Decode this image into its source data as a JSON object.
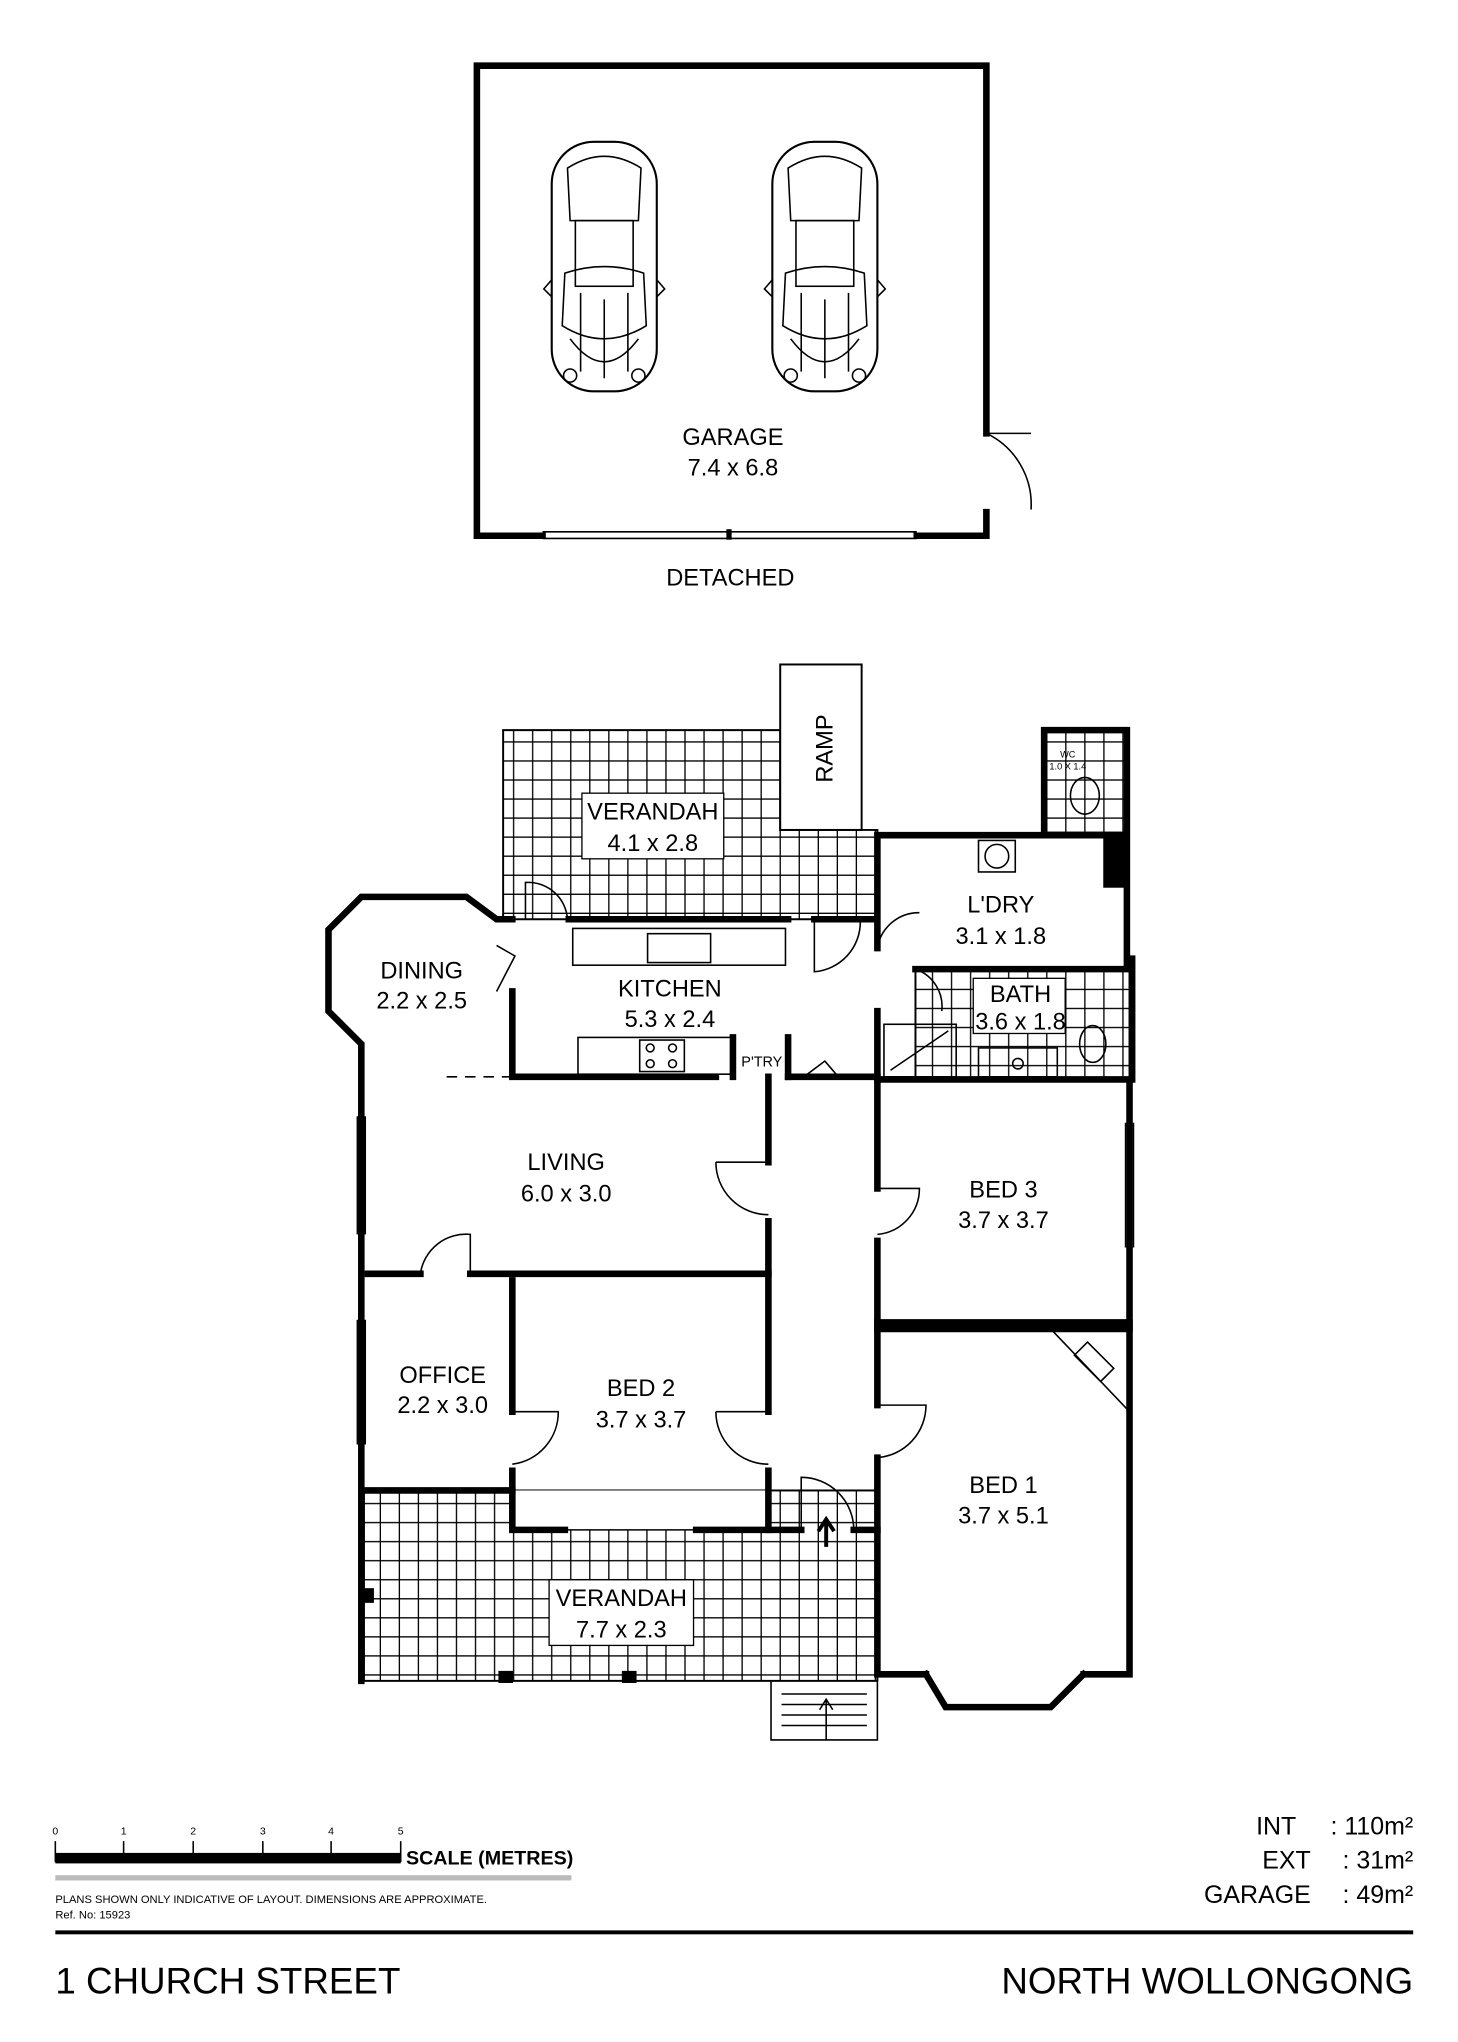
{
  "garage": {
    "name": "GARAGE",
    "size": "7.4 x 6.8",
    "note": "DETACHED"
  },
  "rooms": {
    "verandah_rear": {
      "name": "VERANDAH",
      "size": "4.1 x 2.8"
    },
    "ramp": {
      "name": "RAMP"
    },
    "wc": {
      "name": "WC",
      "size": "1.0 X 1.4"
    },
    "laundry": {
      "name": "L'DRY",
      "size": "3.1 x 1.8"
    },
    "dining": {
      "name": "DINING",
      "size": "2.2 x 2.5"
    },
    "kitchen": {
      "name": "KITCHEN",
      "size": "5.3 x 2.4"
    },
    "pantry": {
      "name": "P'TRY"
    },
    "bath": {
      "name": "BATH",
      "size": "3.6 x 1.8"
    },
    "living": {
      "name": "LIVING",
      "size": "6.0 x 3.0"
    },
    "bed3": {
      "name": "BED 3",
      "size": "3.7 x 3.7"
    },
    "office": {
      "name": "OFFICE",
      "size": "2.2 x 3.0"
    },
    "bed2": {
      "name": "BED 2",
      "size": "3.7 x 3.7"
    },
    "bed1": {
      "name": "BED 1",
      "size": "3.7 x 5.1"
    },
    "verandah_front": {
      "name": "VERANDAH",
      "size": "7.7 x 2.3"
    }
  },
  "scale": {
    "ticks": [
      "0",
      "1",
      "2",
      "3",
      "4",
      "5"
    ],
    "label": "SCALE (METRES)"
  },
  "disclaimer": "PLANS SHOWN ONLY INDICATIVE OF LAYOUT.  DIMENSIONS ARE APPROXIMATE.",
  "ref": "Ref. No: 15923",
  "areas": [
    {
      "label": "INT",
      "value": ": 110m²"
    },
    {
      "label": "EXT",
      "value": ":  31m²"
    },
    {
      "label": "GARAGE",
      "value": ":  49m²"
    }
  ],
  "address": {
    "street": "1 CHURCH STREET",
    "suburb": "NORTH WOLLONGONG"
  }
}
